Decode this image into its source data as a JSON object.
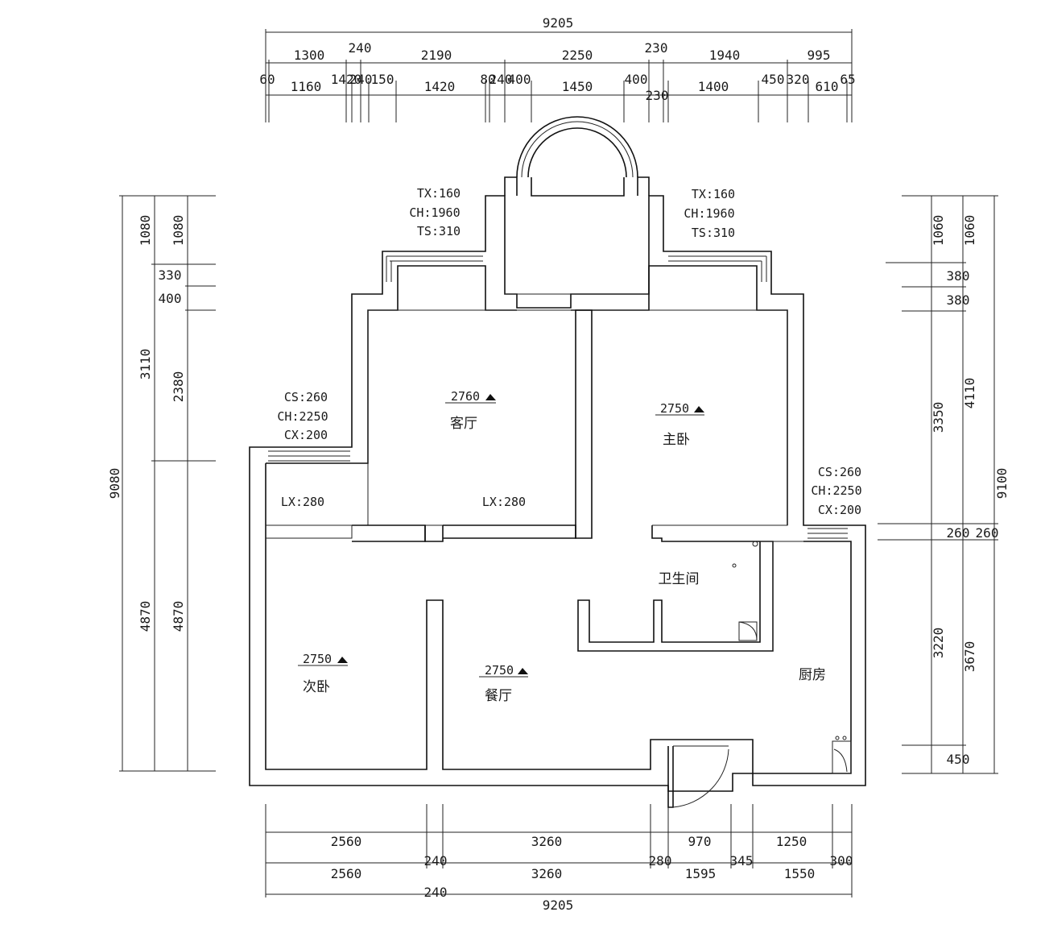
{
  "dimensions": {
    "top_total": "9205",
    "top_row1": [
      "1300",
      "240",
      "2190",
      "2250",
      "230",
      "1940",
      "995"
    ],
    "top_row2": [
      "60",
      "1160",
      "1420",
      "240",
      "150",
      "1420",
      "80",
      "240",
      "400",
      "1450",
      "400",
      "230",
      "1400",
      "450",
      "320",
      "610",
      "65"
    ],
    "left_total": "9080",
    "left_col1": [
      "1080",
      "3110",
      "4870"
    ],
    "left_col2": [
      "1080",
      "330",
      "400",
      "2380",
      "4870"
    ],
    "right_total": "9100",
    "right_col1": [
      "1060",
      "380",
      "380",
      "3350",
      "260",
      "3220",
      "450"
    ],
    "right_col2": [
      "1060",
      "4110",
      "260",
      "3670"
    ],
    "bottom_total": "9205",
    "bottom_row1": [
      "2560",
      "3260",
      "970",
      "1250"
    ],
    "bottom_row2": [
      "2560",
      "240",
      "3260",
      "280",
      "1595",
      "345",
      "1550",
      "300"
    ],
    "bottom_extra": "240"
  },
  "rooms": {
    "living": "客厅",
    "master": "主卧",
    "bath": "卫生间",
    "second": "次卧",
    "dining": "餐厅",
    "kitchen": "厨房"
  },
  "levels": {
    "living": "2760",
    "master": "2750",
    "second": "2750",
    "dining": "2750"
  },
  "notes": {
    "window_left": [
      "TX:160",
      "CH:1960",
      "TS:310"
    ],
    "window_right": [
      "TX:160",
      "CH:1960",
      "TS:310"
    ],
    "bay_left": [
      "CS:260",
      "CH:2250",
      "CX:200"
    ],
    "bay_right": [
      "CS:260",
      "CH:2250",
      "CX:200"
    ],
    "lx_left": "LX:280",
    "lx_mid": "LX:280"
  }
}
